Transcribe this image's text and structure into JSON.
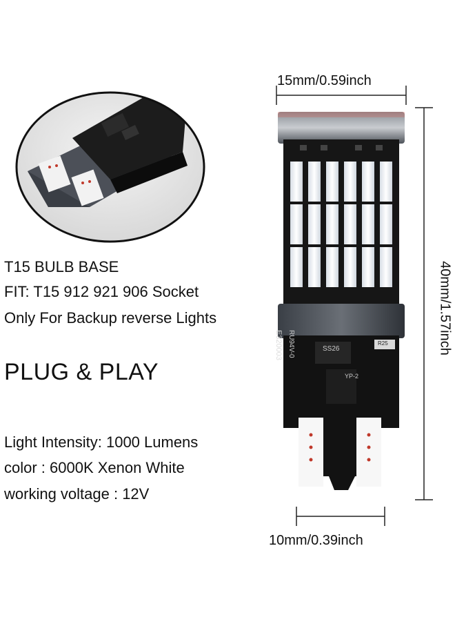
{
  "dimensions": {
    "top_width": "15mm/0.59inch",
    "height": "40mm/1.57inch",
    "bottom_width": "10mm/0.39inch"
  },
  "base_info": {
    "line1": "T15 BULB BASE",
    "line2": "FIT: T15 912 921 906 Socket",
    "line3": "Only For Backup reverse Lights"
  },
  "headline": "PLUG & PLAY",
  "specs": {
    "line1": "Light Intensity: 1000 Lumens",
    "line2": "color : 6000K Xenon White",
    "line3": "working voltage : 12V"
  },
  "board_markings": {
    "code": "E320003",
    "chip": "SS26",
    "resistor": "R25",
    "rev": "RU94V-0",
    "yp": "YP-2"
  },
  "colors": {
    "pcb": "#161616",
    "led": "#eef2f6",
    "base": "#2c3036",
    "pin": "#f7f7f7"
  }
}
